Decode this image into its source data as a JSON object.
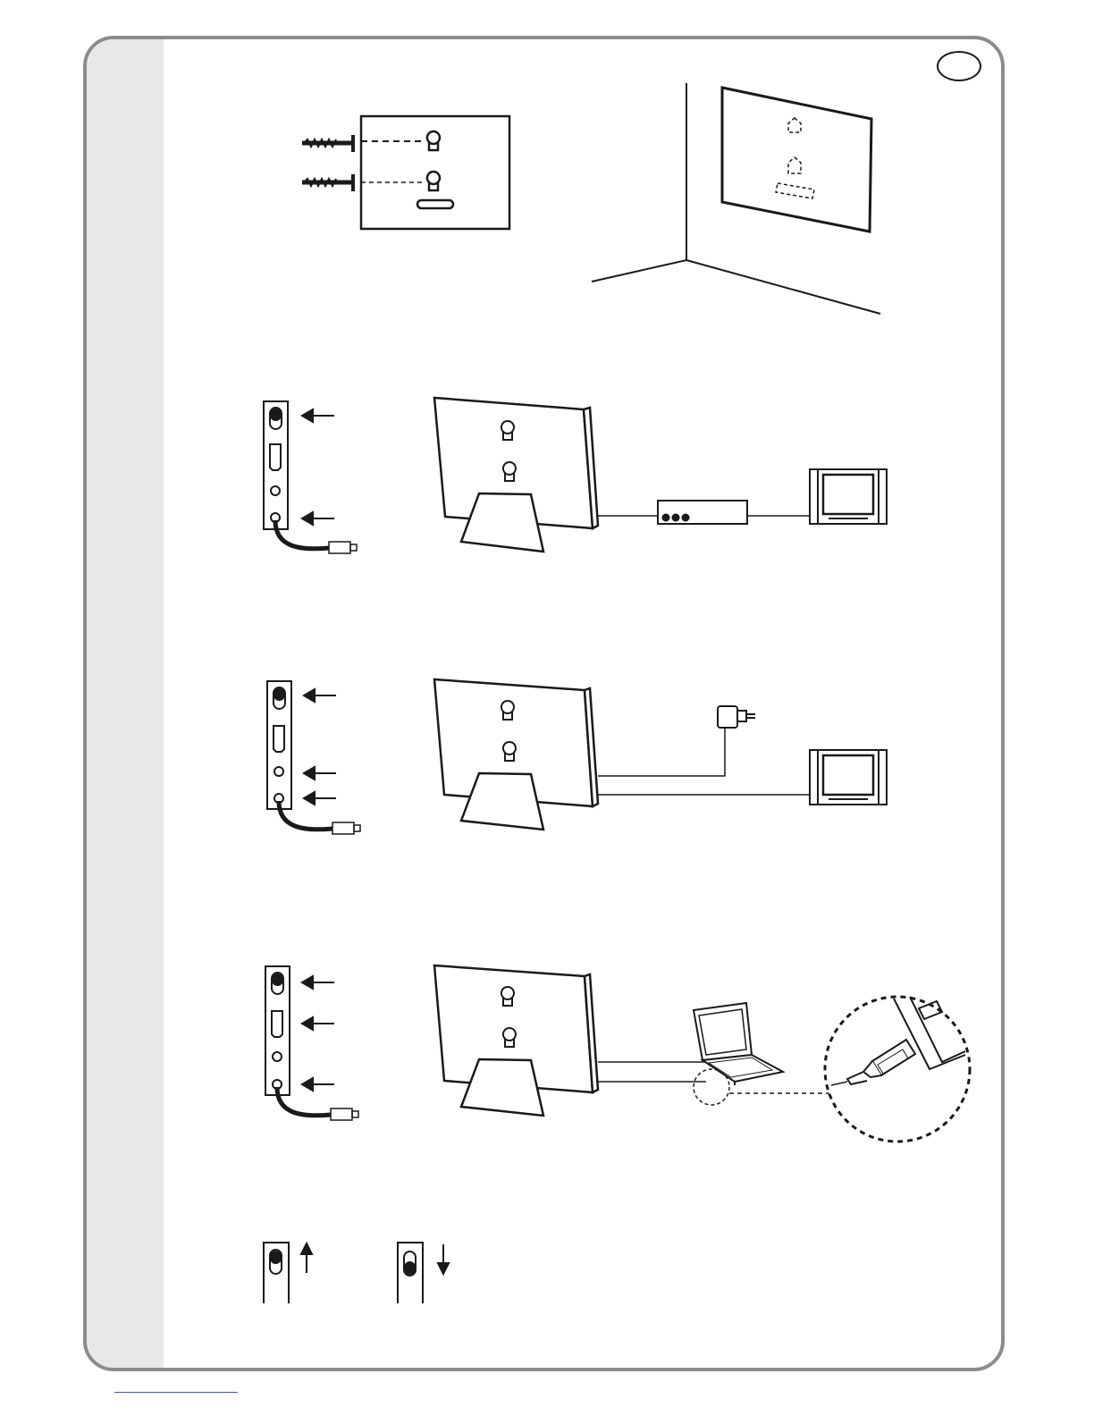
{
  "colors": {
    "frame_border": "#8c8c8c",
    "sidebar": "#e8e8e8",
    "line": "#1a1a1a",
    "link": "#3b56d8"
  },
  "icons": [
    "screw-icon",
    "keyhole-slot-icon",
    "frame-back-panel",
    "wall-corner",
    "port-strip",
    "cable-plug-icon",
    "arrow-left-icon",
    "photo-frame-on-stand",
    "set-top-box-icon",
    "tv-monitor-icon",
    "power-adapter-icon",
    "laptop-icon",
    "magnifier-circle",
    "switch-up-icon",
    "switch-down-icon",
    "arrow-up-icon",
    "arrow-down-icon"
  ],
  "switch_positions": [
    "up",
    "down"
  ]
}
